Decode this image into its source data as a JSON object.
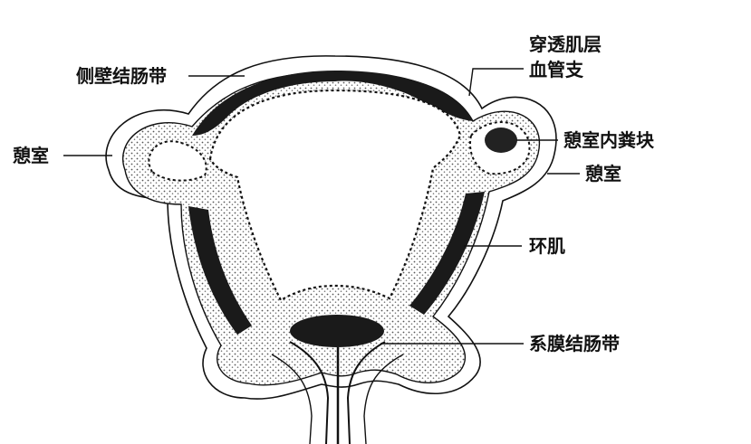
{
  "labels": {
    "lateral_taenia": "侧壁结肠带",
    "diverticulum_left": "憩室",
    "perforating_vessel_line1": "穿透肌层",
    "perforating_vessel_line2": "血管支",
    "fecalith": "憩室内粪块",
    "diverticulum_right": "憩室",
    "circular_muscle": "环肌",
    "mesenteric_taenia": "系膜结肠带"
  },
  "colors": {
    "ink": "#111111",
    "muscle": "#1a1a1a",
    "submucosa_dots": "#555555",
    "background": "#ffffff"
  }
}
